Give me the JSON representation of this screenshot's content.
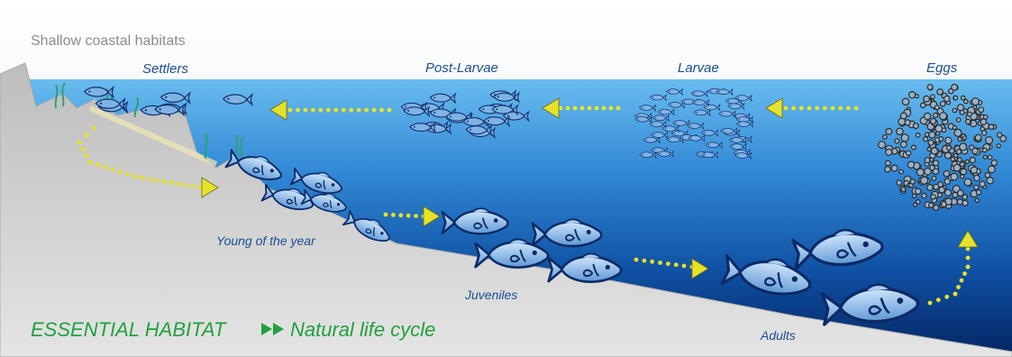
{
  "header": {
    "title": "Shallow coastal habitats"
  },
  "stages": {
    "eggs": "Eggs",
    "larvae": "Larvae",
    "post_larvae": "Post-Larvae",
    "settlers": "Settlers",
    "young": "Young of the year",
    "juveniles": "Juveniles",
    "adults": "Adults"
  },
  "legend": {
    "essential": "ESSENTIAL HABITAT",
    "cycle": "Natural life cycle"
  },
  "colors": {
    "sky": "#e6ecf4",
    "water_top": "#5fb4ea",
    "water_deep": "#052a6a",
    "seafloor": "#c9c9c9",
    "arrow": "#e6e22a",
    "legend_green": "#21a040",
    "label_blue": "#1c4d92"
  },
  "icons": [
    "fish-icon",
    "seaweed-icon",
    "egg-cluster",
    "dotted-arrow-icon"
  ]
}
